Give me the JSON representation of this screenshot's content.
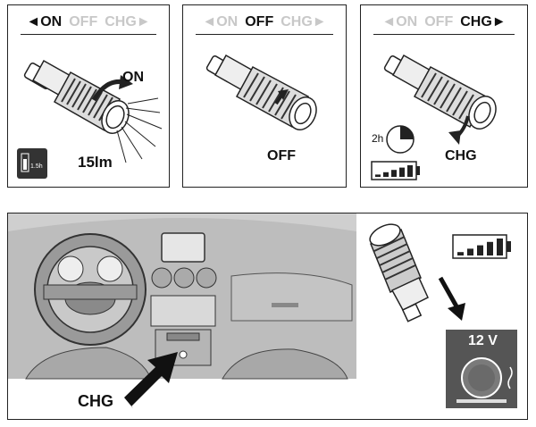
{
  "panels": [
    {
      "modes": [
        "◄ON",
        "OFF",
        "CHG►"
      ],
      "active_index": 0,
      "action_label": "ON",
      "output_label": "15lm",
      "battery_badge": "1.5h"
    },
    {
      "modes": [
        "◄ON",
        "OFF",
        "CHG►"
      ],
      "active_index": 1,
      "action_label": "OFF"
    },
    {
      "modes": [
        "◄ON",
        "OFF",
        "CHG►"
      ],
      "active_index": 2,
      "action_label": "CHG",
      "time_label": "2h",
      "battery_bars": 5
    }
  ],
  "car": {
    "plug_label": "CHG",
    "socket_label": "12 V",
    "battery_bars": 5
  },
  "colors": {
    "line": "#222222",
    "dim_text": "#c8c8c8",
    "socket_panel": "#555555"
  }
}
